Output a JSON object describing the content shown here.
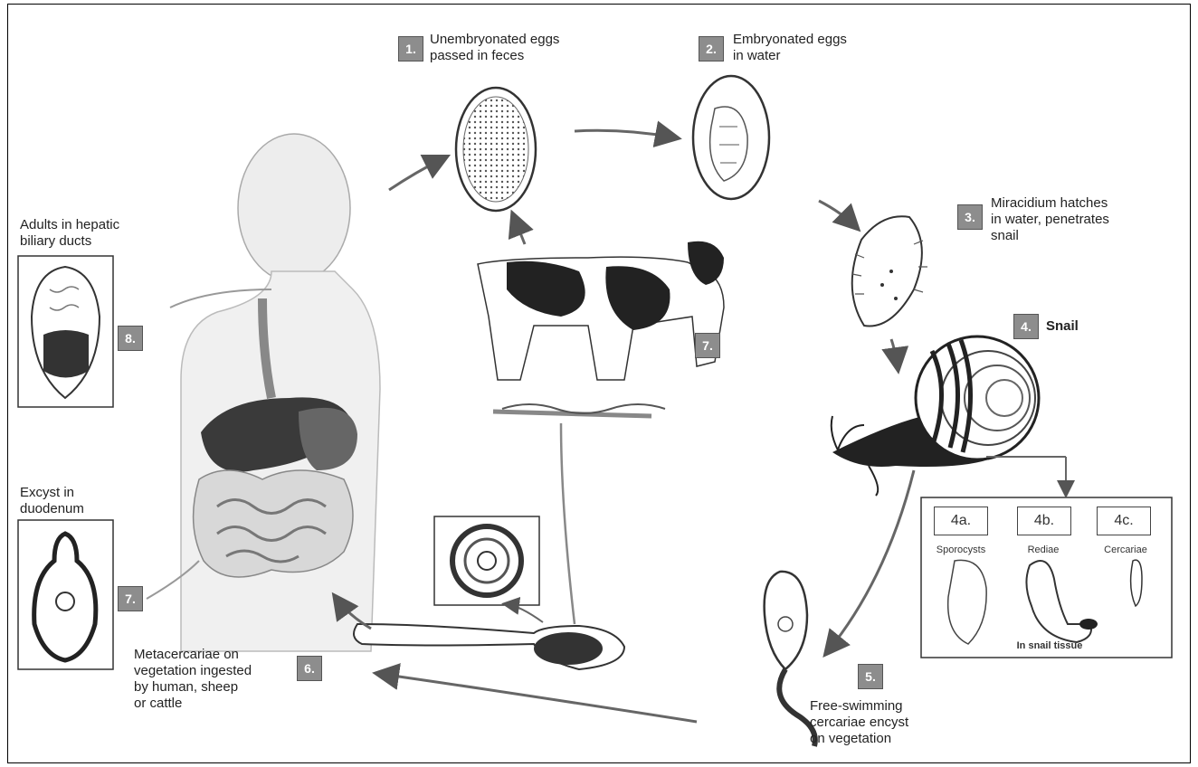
{
  "steps": {
    "s1": {
      "num": "1.",
      "line1": "Unembryonated eggs",
      "line2": "passed in feces"
    },
    "s2": {
      "num": "2.",
      "line1": "Embryonated eggs",
      "line2": "in water"
    },
    "s3": {
      "num": "3.",
      "line1": "Miracidium hatches",
      "line2": "in water, penetrates",
      "line3": "snail"
    },
    "s4": {
      "num": "4.",
      "line1": "Snail"
    },
    "s4a": {
      "num": "4a.",
      "label": "Sporocysts"
    },
    "s4b": {
      "num": "4b.",
      "label": "Rediae"
    },
    "s4c": {
      "num": "4c.",
      "label": "Cercariae"
    },
    "s4caption": "In snail tissue",
    "s5": {
      "num": "5.",
      "line1": "Free-swimming",
      "line2": "cercariae encyst",
      "line3": "on vegetation"
    },
    "s6": {
      "num": "6.",
      "line1": "Metacercariae on",
      "line2": "vegetation ingested",
      "line3": "by human, sheep",
      "line4": "or cattle"
    },
    "s7": {
      "num": "7.",
      "line1": "Excyst in",
      "line2": "duodenum"
    },
    "s8": {
      "num": "8.",
      "line1": "Adults in hepatic",
      "line2": "biliary ducts"
    },
    "cow": {
      "num": "7."
    }
  }
}
